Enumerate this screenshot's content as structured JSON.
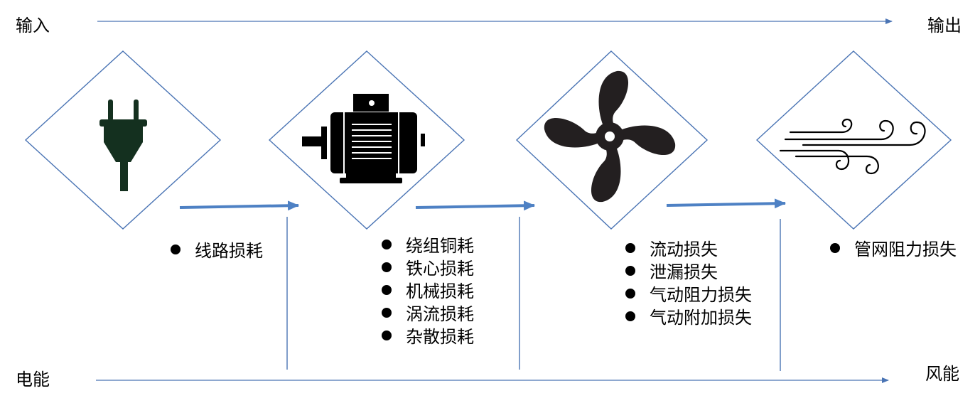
{
  "labels": {
    "input": "输入",
    "output": "输出",
    "electric_energy": "电能",
    "wind_energy": "风能"
  },
  "stages": [
    {
      "icon": "plug-icon",
      "losses": [
        "线路损耗"
      ]
    },
    {
      "icon": "motor-icon",
      "losses": [
        "绕组铜耗",
        "铁心损耗",
        "机械损耗",
        "涡流损耗",
        "杂散损耗"
      ]
    },
    {
      "icon": "fan-icon",
      "losses": [
        "流动损失",
        "泄漏损失",
        "气动阻力损失",
        "气动附加损失"
      ]
    },
    {
      "icon": "wind-icon",
      "losses": [
        "管网阻力损失"
      ]
    }
  ],
  "colors": {
    "line": "#4a74b4",
    "arrow": "#4e81c4",
    "plug": "#14301f"
  }
}
